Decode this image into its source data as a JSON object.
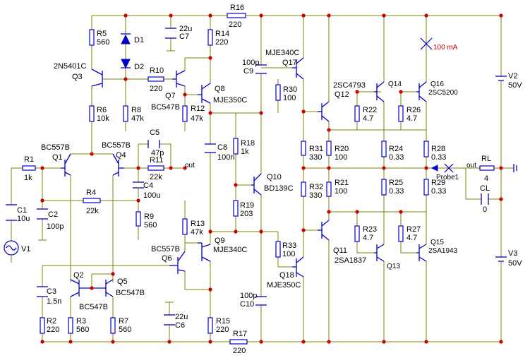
{
  "labels": {
    "R16": "R16",
    "R16v": "220",
    "R5": "R5",
    "R5v": "560",
    "D1": "D1",
    "D2": "D2",
    "C7": "C7",
    "C7v": "22u",
    "R14": "R14",
    "R14v": "220",
    "Q3": "Q3",
    "Q3t": "2N5401C",
    "R10": "R10",
    "R10v": "220",
    "Q7": "Q7",
    "Q7t": "BC547B",
    "Q8": "Q8",
    "Q8t": "MJE350C",
    "R12": "R12",
    "R12v": "47k",
    "R6": "R6",
    "R6v": "10k",
    "R8": "R8",
    "R8v": "47k",
    "C9": "C9",
    "C9v": "100p",
    "Q17": "Q17",
    "Q17t": "MJE340C",
    "R30": "R30",
    "R30v": "100",
    "Q12": "Q12",
    "Q12t": "2SC4793",
    "Q14": "Q14",
    "Q16": "Q16",
    "Q16t": "2SC5200",
    "probe": "100 mA",
    "R22": "R22",
    "R22v": "4.7",
    "R26": "R26",
    "R26v": "4.7",
    "V2": "V2",
    "V2v": "50V",
    "R1": "R1",
    "R1v": "1k",
    "Q1": "Q1",
    "Q1t": "BC557B",
    "Q4": "Q4",
    "Q4t": "BC557B",
    "C5": "C5",
    "C5v": "47p",
    "R11": "R11",
    "R11v": "22k",
    "out": "out",
    "C8": "C8",
    "C8v": "100n",
    "R18": "R18",
    "R18v": "1k",
    "R31": "R31",
    "R31v": "330",
    "R20": "R20",
    "R20v": "100",
    "R24": "R24",
    "R24v": "0.33",
    "R28": "R28",
    "R28v": "0.33",
    "RL": "RL",
    "RLv": "4",
    "out2": "out",
    "Probe1": "Probe1",
    "C4": "C4",
    "C4v": "100u",
    "R4": "R4",
    "R4v": "22k",
    "C1": "C1",
    "C1v": "10u",
    "C2": "C2",
    "C2v": "100p",
    "Q10": "Q10",
    "Q10t": "BD139C",
    "R32": "R32",
    "R32v": "330",
    "R21": "R21",
    "R21v": "100",
    "R25": "R25",
    "R25v": "0.33",
    "R29": "R29",
    "R29v": "0.33",
    "CL": "CL",
    "CLv": "0",
    "R9": "R9",
    "R9v": "560",
    "R19": "R19",
    "R19v": "203",
    "V1": "V1",
    "R13": "R13",
    "R13v": "47k",
    "Q9": "Q9",
    "Q9t": "MJE340C",
    "Q6": "Q6",
    "Q6t": "BC557B",
    "R23": "R23",
    "R23v": "4.7",
    "R27": "R27",
    "R27v": "4.7",
    "R33": "R33",
    "R33v": "100",
    "Q11": "Q11",
    "Q11t": "2SA1837",
    "Q13": "Q13",
    "Q15": "Q15",
    "Q15t": "2SA1943",
    "Q18": "Q18",
    "Q18t": "MJE350C",
    "V3": "V3",
    "V3v": "50V",
    "Q2": "Q2",
    "Q5": "Q5",
    "Q5t": "BC547B",
    "Q2t": "BC547B",
    "C3": "C3",
    "C3v": "1.5n",
    "R2": "R2",
    "R2v": "220",
    "R3": "R3",
    "R3v": "560",
    "R7": "R7",
    "R7v": "560",
    "C6": "C6",
    "C6v": "22u",
    "R15": "R15",
    "R15v": "220",
    "C10": "C10",
    "C10v": "100p",
    "R17": "R17",
    "R17v": "220"
  }
}
